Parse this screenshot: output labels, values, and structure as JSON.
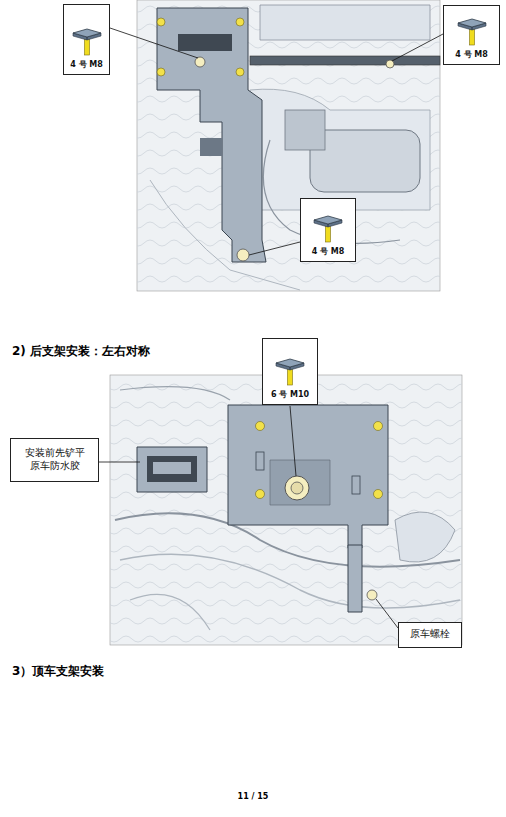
{
  "diagram": {
    "nodes": [
      {
        "text": [
          "4 号 M8"
        ]
      },
      {
        "text": [
          "4 号 M8"
        ]
      },
      {
        "text": [
          "4 号 M8"
        ]
      },
      {
        "text": [
          "6 号 M10"
        ]
      },
      {
        "text": [
          "安装前先铲平 原车防水胶"
        ]
      },
      {
        "text": [
          "原车螺栓"
        ]
      }
    ],
    "labels": [
      "2) 后支架安装：左右对称",
      "3）顶车支架安装",
      "11 / 15"
    ]
  }
}
